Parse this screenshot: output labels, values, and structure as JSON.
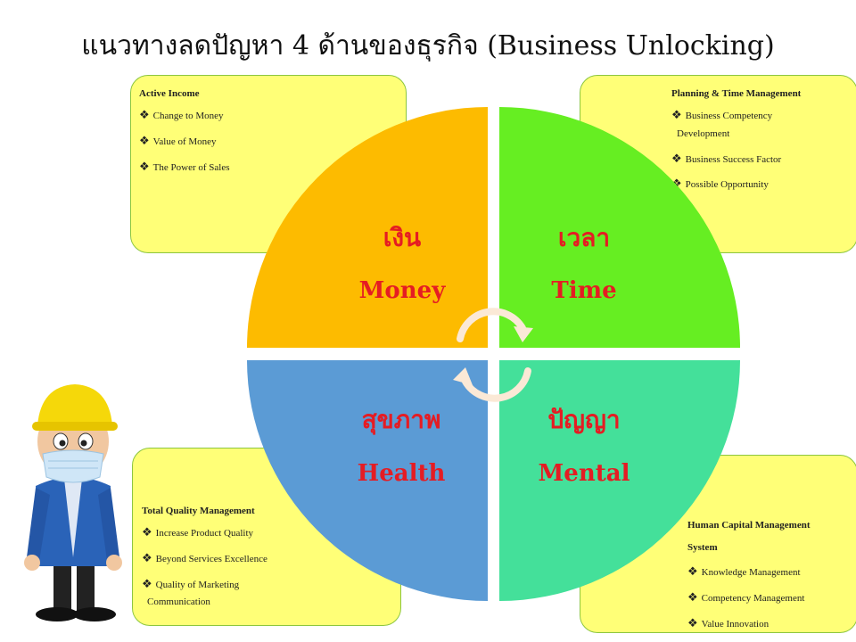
{
  "title": "แนวทางลดปัญหา 4 ด้านของธุรกิจ (Business Unlocking)",
  "colors": {
    "money": "#fdbb00",
    "time": "#66ee22",
    "health": "#5b9bd5",
    "mental": "#44e09a",
    "label": "#e51c23",
    "box_fill": "#ffff77"
  },
  "quadrants": {
    "money": {
      "thai": "เงิน",
      "en": "Money"
    },
    "time": {
      "thai": "เวลา",
      "en": "Time"
    },
    "health": {
      "thai": "สุขภาพ",
      "en": "Health"
    },
    "mental": {
      "thai": "ปัญญา",
      "en": "Mental"
    }
  },
  "boxes": {
    "money": {
      "heading": "Active Income",
      "items": [
        "Change to Money",
        "Value of Money",
        "The Power of Sales"
      ]
    },
    "time": {
      "heading": "Planning & Time Management",
      "items": [
        {
          "line1": "Business Competency",
          "line2": "Development"
        },
        "Business Success Factor",
        "Possible Opportunity"
      ]
    },
    "health": {
      "heading": "Total Quality Management",
      "items": [
        "Increase Product Quality",
        "Beyond Services Excellence",
        {
          "line1": "Quality of Marketing",
          "line2": "Communication"
        }
      ]
    },
    "mental": {
      "heading_line1": "Human Capital Management",
      "heading_line2": "System",
      "items": [
        "Knowledge Management",
        "Competency Management",
        "Value Innovation"
      ]
    }
  },
  "bullet_glyph": "❖"
}
